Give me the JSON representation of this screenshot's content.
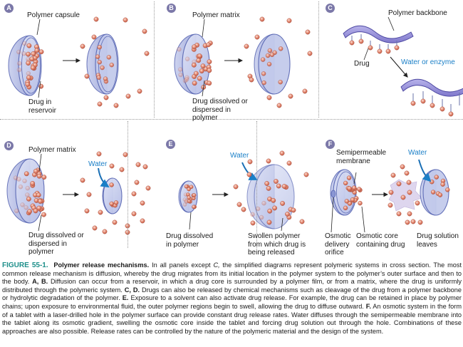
{
  "figure": {
    "panels": [
      {
        "id": "A",
        "badge": "A",
        "labels": {
          "top": "Polymer capsule",
          "bottom": "Drug in reservoir"
        }
      },
      {
        "id": "B",
        "badge": "B",
        "labels": {
          "top": "Polymer matrix",
          "bottom": "Drug dissolved or dispersed in polymer"
        }
      },
      {
        "id": "C",
        "badge": "C",
        "labels": {
          "backbone": "Polymer backbone",
          "drug": "Drug",
          "agent": "Water or enzyme"
        }
      },
      {
        "id": "D",
        "badge": "D",
        "labels": {
          "top": "Polymer matrix",
          "bottom": "Drug dissolved or dispersed in polymer",
          "water": "Water"
        }
      },
      {
        "id": "E",
        "badge": "E",
        "labels": {
          "left": "Drug dissolved in polymer",
          "right": "Swollen polymer from which drug is being released",
          "water": "Water"
        }
      },
      {
        "id": "F",
        "badge": "F",
        "labels": {
          "membrane": "Semipermeable membrane",
          "orifice": "Osmotic delivery orifice",
          "core": "Osmotic core containing drug",
          "leaves": "Drug solution leaves",
          "water": "Water"
        }
      }
    ],
    "colors": {
      "polymer": "#a9b3e0",
      "polymer_edge": "#4a5aa8",
      "drug": "#e07a66",
      "water_text": "#1a7fc7",
      "badge": "#7b78a8",
      "figure_label": "#1e8f8a"
    }
  },
  "caption": {
    "figure_label": "FIGURE 55-1.",
    "title": "Polymer release mechanisms.",
    "intro": " In all panels except ",
    "intro_c": "C,",
    "intro_rest": " the simplified diagrams represent polymeric systems in cross section. The most common release mechanism is diffusion, whereby the drug migrates from its initial location in the polymer system to the polymer’s outer surface and then to the body. ",
    "ab_label": "A, B.",
    "ab_text": " Diffusion can occur from a reservoir, in which a drug core is surrounded by a polymer film, or from a matrix, where the drug is uniformly distributed through the polymeric system. ",
    "cd_label": "C, D.",
    "cd_text": " Drugs can also be released by chemical mechanisms such as cleavage of the drug from a polymer backbone or hydrolytic degradation of the polymer. ",
    "e_label": "E.",
    "e_text": " Exposure to a solvent can also activate drug release. For example, the drug can be retained in place by polymer chains; upon exposure to environmental fluid, the outer polymer regions begin to swell, allowing the drug to diffuse outward. ",
    "f_label": "F.",
    "f_text": " An osmotic system in the form of a tablet with a laser-drilled hole in the polymer surface can provide constant drug release rates. Water diffuses through the semipermeable membrane into the tablet along its osmotic gradient, swelling the osmotic core inside the tablet and forcing drug solution out through the hole. Combinations of these approaches are also possible. Release rates can be controlled by the nature of the polymeric material and the design of the system."
  }
}
